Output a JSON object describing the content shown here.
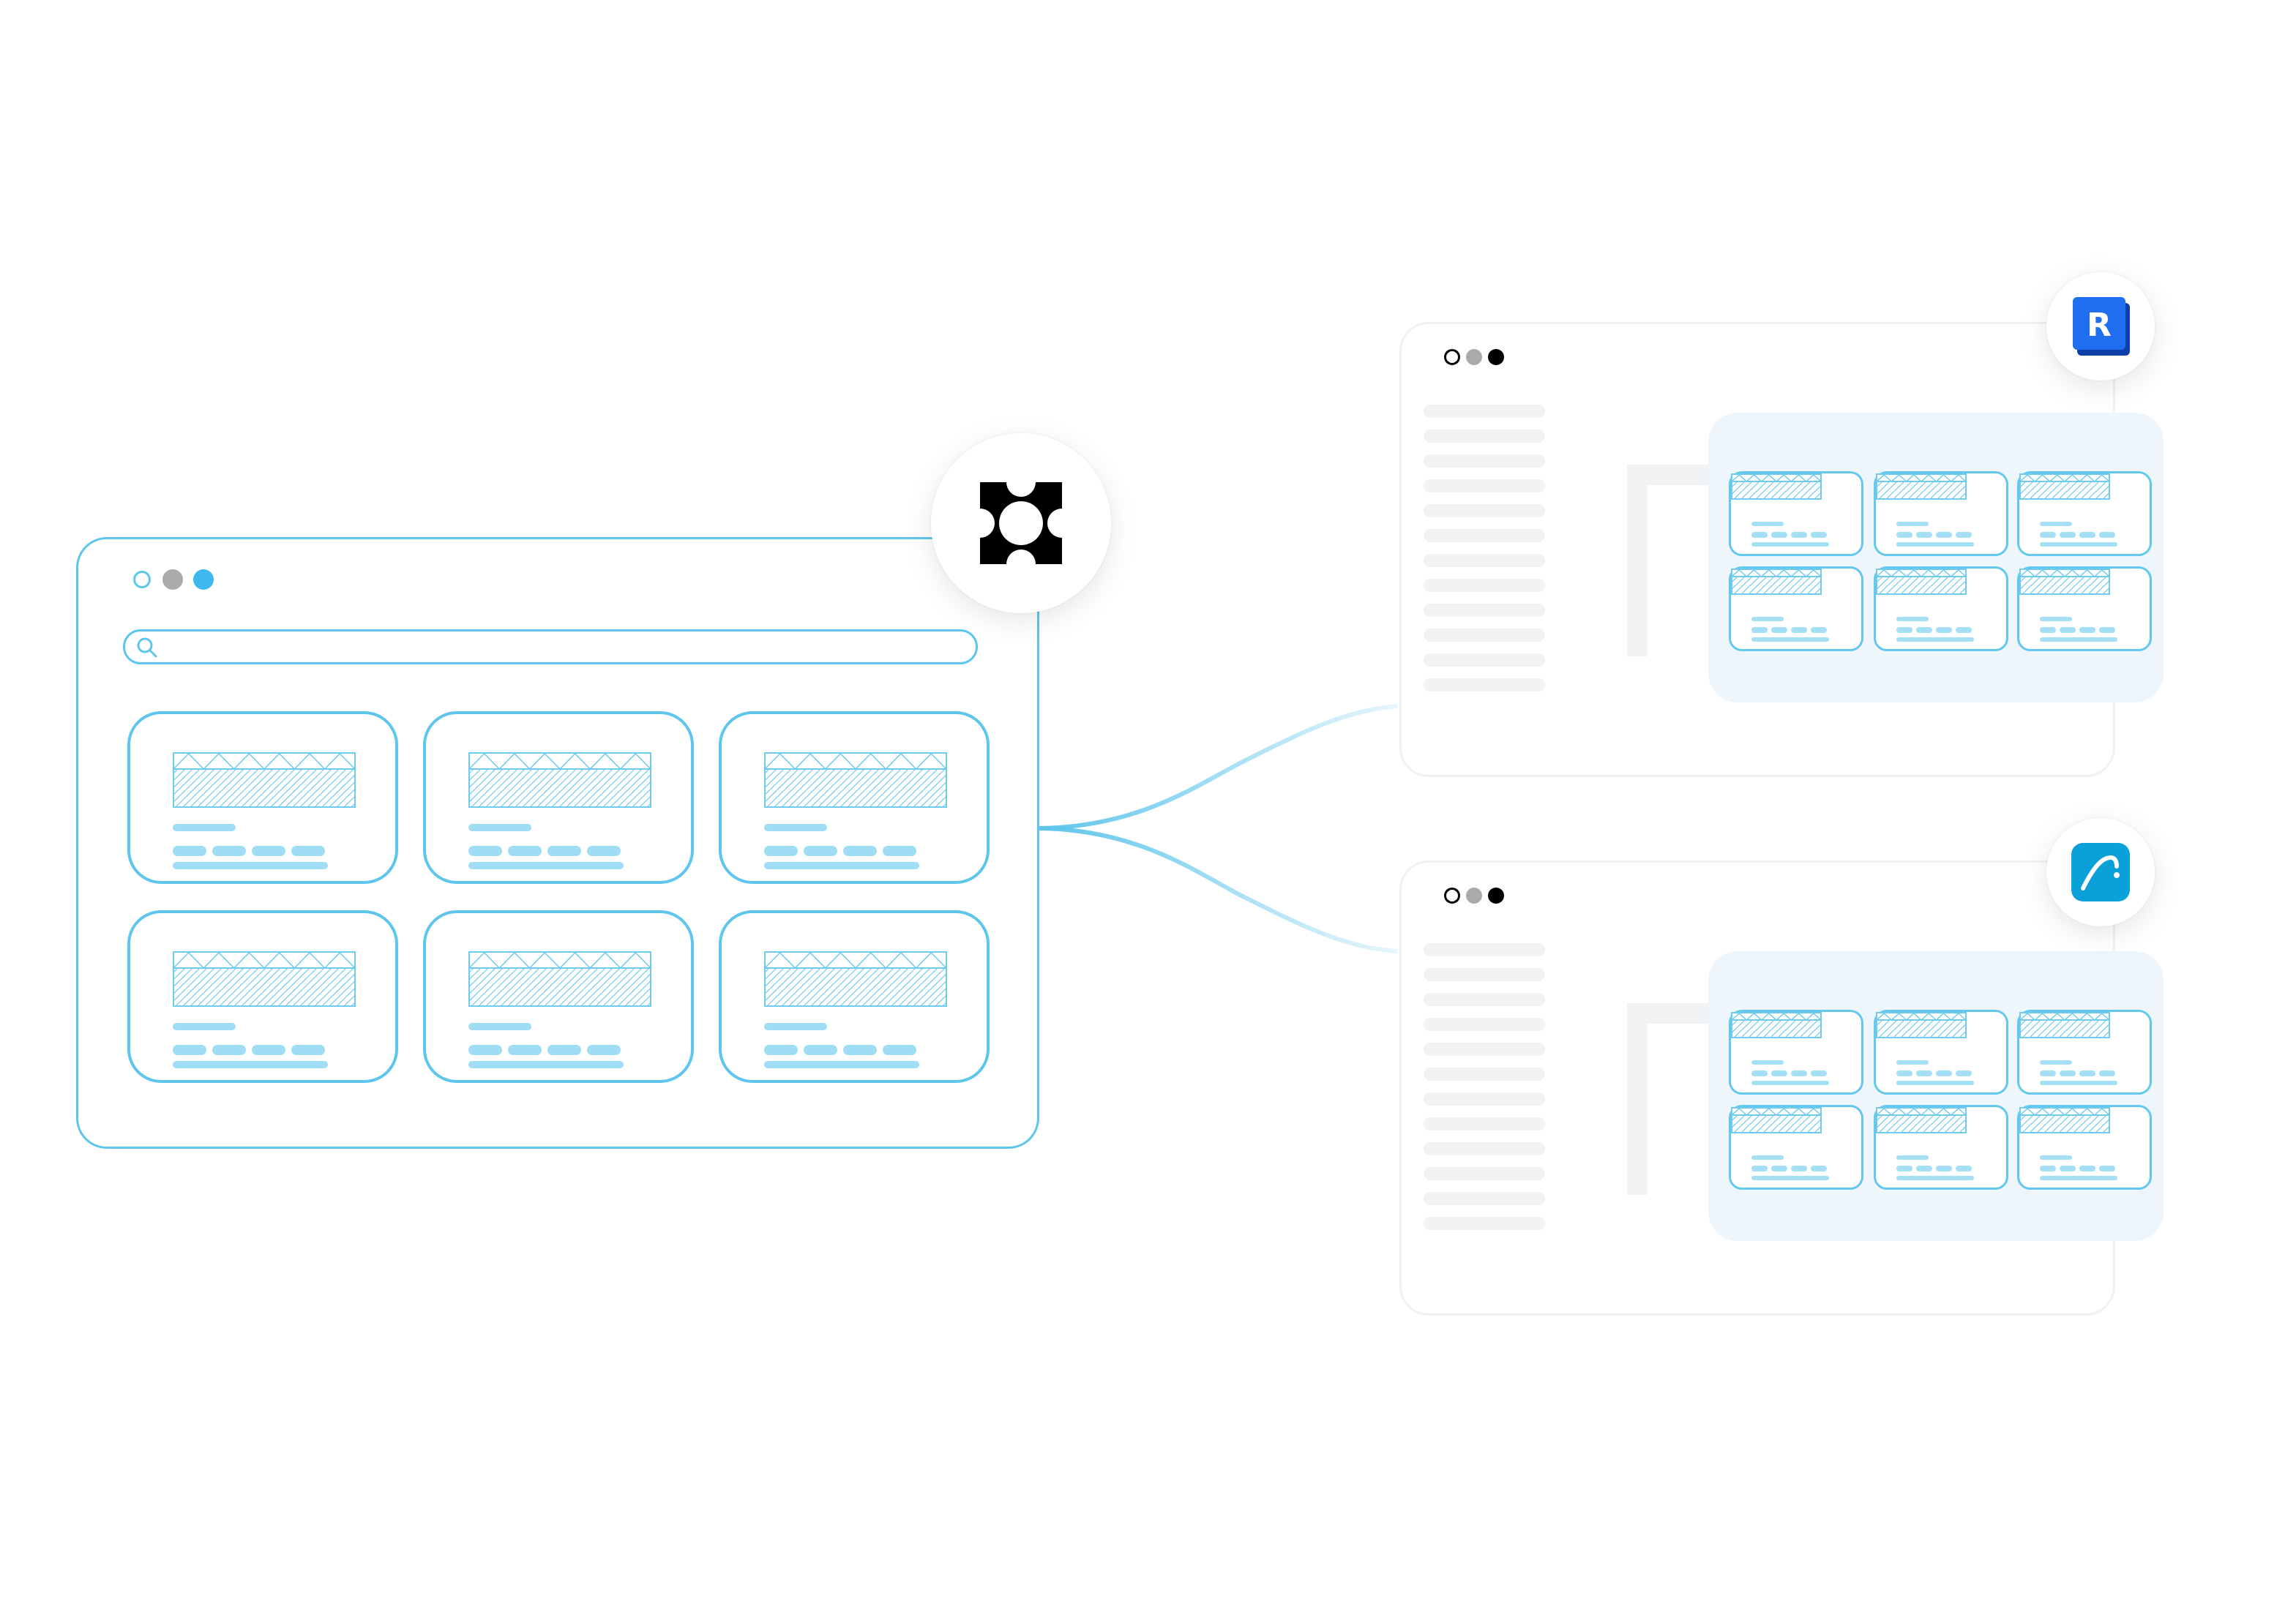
{
  "colors": {
    "accent": "#5ec5ec",
    "accent_light": "#9fddf4",
    "panel_bg": "#eef6fc",
    "gray": "#f1f2f4",
    "revit_blue": "#1858d6",
    "archicad_blue": "#0aa0d8"
  },
  "icons": {
    "center": "plugin-gear-icon",
    "top_app": "revit-logo-icon",
    "bottom_app": "archicad-logo-icon"
  },
  "revit_logo": {
    "letter": "R"
  },
  "main_window": {
    "dots": [
      "#ffffff",
      "#aaaaaa",
      "#3fb8ee"
    ],
    "cards": 6
  },
  "side_windows": {
    "dots": [
      "#ffffff",
      "#aaaaaa",
      "#000000"
    ],
    "mini_cards": 6
  }
}
